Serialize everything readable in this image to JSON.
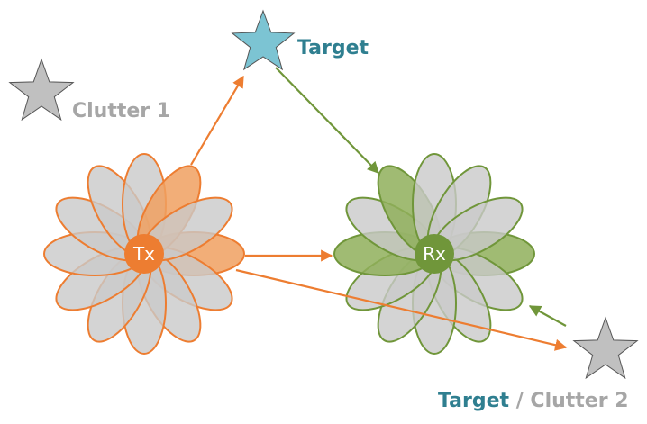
{
  "colors": {
    "tx_stroke": "#ED7D31",
    "tx_fill_active": "#F0A060",
    "rx_stroke": "#70963A",
    "rx_fill_active": "#8FAF5A",
    "petal_fill": "#C9C9C9",
    "target_star": "#7CC4D3",
    "clutter_star": "#C0C0C0",
    "target_text": "#2F7F90",
    "clutter_text": "#A6A6A6",
    "tx_arrow": "#ED7D31",
    "rx_arrow": "#70963A"
  },
  "nodes": {
    "tx": {
      "label": "Tx"
    },
    "rx": {
      "label": "Rx"
    }
  },
  "labels": {
    "target": "Target",
    "clutter1": "Clutter 1",
    "target_part": "Target",
    "separator": " / ",
    "clutter2_part": "Clutter 2"
  },
  "icons": {
    "target_star": "star-icon",
    "clutter_star": "star-icon"
  }
}
